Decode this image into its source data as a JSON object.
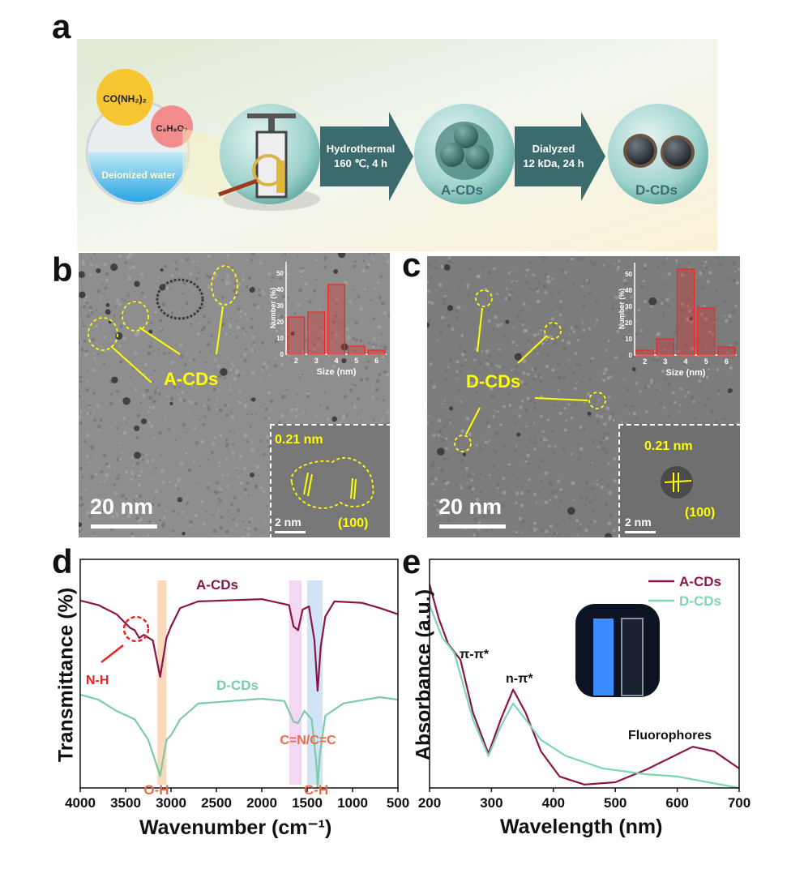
{
  "panels": {
    "a": "a",
    "b": "b",
    "c": "c",
    "d": "d",
    "e": "e"
  },
  "scheme": {
    "urea": "CO(NH₂)₂",
    "citric_acid": "C₆H₈O₇",
    "solvent": "Deionized water",
    "step1": {
      "line1": "Hydrothermal",
      "line2": "160 ℃, 4 h"
    },
    "product1": "A-CDs",
    "step2": {
      "line1": "Dialyzed",
      "line2": "12 kDa, 24 h"
    },
    "product2": "D-CDs",
    "colors": {
      "arrow": "#3c6b6e",
      "sphere": "#9fd3cf",
      "urea": "#f7c531",
      "citric": "#f07f7f"
    }
  },
  "tem_b": {
    "label": "A-CDs",
    "scale": "20 nm",
    "hr_scale": "2 nm",
    "lattice": "0.21 nm",
    "plane": "(100)"
  },
  "tem_c": {
    "label": "D-CDs",
    "scale": "20 nm",
    "hr_scale": "2 nm",
    "lattice": "0.21 nm",
    "plane": "(100)"
  },
  "chart_data": [
    {
      "id": "hist-b",
      "type": "bar",
      "title": "",
      "xlabel": "Size (nm)",
      "ylabel": "Number (%)",
      "categories": [
        "2",
        "3",
        "4",
        "5",
        "6"
      ],
      "values": [
        23,
        26,
        43,
        5,
        2.5
      ],
      "ylim": [
        0,
        57
      ],
      "yticks": [
        "0",
        "10",
        "20",
        "30",
        "40",
        "50"
      ]
    },
    {
      "id": "hist-c",
      "type": "bar",
      "title": "",
      "xlabel": "Size (nm)",
      "ylabel": "Number (%)",
      "categories": [
        "2",
        "3",
        "4",
        "5",
        "6"
      ],
      "values": [
        3,
        10,
        53,
        29,
        5
      ],
      "ylim": [
        0,
        57
      ],
      "yticks": [
        "0",
        "10",
        "20",
        "30",
        "40",
        "50"
      ]
    },
    {
      "id": "ftir",
      "type": "line",
      "xlabel": "Wavenumber (cm⁻¹)",
      "ylabel": "Transmittance (%)",
      "xlim": [
        4000,
        500
      ],
      "ylim": [
        0,
        100
      ],
      "xticks": [
        "4000",
        "3500",
        "3000",
        "2500",
        "2000",
        "1500",
        "1000",
        "500"
      ],
      "series": [
        {
          "name": "A-CDs",
          "color": "#8b1549",
          "x": [
            4000,
            3800,
            3600,
            3450,
            3400,
            3350,
            3300,
            3200,
            3120,
            3050,
            3000,
            2900,
            2700,
            2000,
            1700,
            1650,
            1600,
            1550,
            1480,
            1420,
            1385,
            1350,
            1300,
            1200,
            900,
            700,
            500
          ],
          "y": [
            82,
            80,
            76,
            70,
            69,
            65.6,
            67,
            64.5,
            48.6,
            65.6,
            70.6,
            78.7,
            81.6,
            82.6,
            80,
            70.6,
            69,
            78,
            79.4,
            64.5,
            42.5,
            62,
            75,
            81.6,
            81,
            78.7,
            76
          ]
        },
        {
          "name": "D-CDs",
          "color": "#7ecaa8",
          "x": [
            4000,
            3800,
            3600,
            3400,
            3250,
            3120,
            3050,
            3000,
            2900,
            2700,
            2000,
            1750,
            1650,
            1600,
            1530,
            1450,
            1400,
            1385,
            1360,
            1300,
            1100,
            700,
            500
          ],
          "y": [
            40.8,
            38.6,
            33.7,
            30,
            21,
            5.3,
            21,
            23,
            30,
            36.9,
            39,
            38,
            29,
            28.4,
            33.7,
            30,
            11.3,
            0.5,
            15,
            31.6,
            37,
            39.7,
            38.6
          ]
        }
      ],
      "bands": [
        {
          "label": "O-H",
          "from": 3150,
          "to": 3050,
          "color": "#f6c9a0"
        },
        {
          "label": "C=N/C=C",
          "from": 1700,
          "to": 1560,
          "color": "#f0c8ec"
        },
        {
          "label": "C-H",
          "from": 1500,
          "to": 1330,
          "color": "#bcd7f4"
        }
      ],
      "annotations": {
        "nh": "N-H",
        "oh": "O-H",
        "cn": "C=N/C=C",
        "ch": "C-H"
      }
    },
    {
      "id": "uv",
      "type": "line",
      "xlabel": "Wavelength (nm)",
      "ylabel": "Absorbance (a.u.)",
      "xlim": [
        200,
        700
      ],
      "ylim": [
        0,
        1
      ],
      "xticks": [
        "200",
        "300",
        "400",
        "500",
        "600",
        "700"
      ],
      "series": [
        {
          "name": "A-CDs",
          "color": "#8b1549",
          "x": [
            200,
            215,
            230,
            250,
            270,
            295,
            315,
            335,
            355,
            380,
            410,
            450,
            500,
            550,
            625,
            660,
            700
          ],
          "y": [
            0.89,
            0.74,
            0.63,
            0.56,
            0.33,
            0.15,
            0.3,
            0.43,
            0.33,
            0.16,
            0.05,
            0.015,
            0.025,
            0.08,
            0.18,
            0.16,
            0.085
          ]
        },
        {
          "name": "D-CDs",
          "color": "#7ed6b5",
          "x": [
            200,
            220,
            240,
            270,
            295,
            315,
            335,
            355,
            380,
            420,
            480,
            550,
            600,
            650,
            700
          ],
          "y": [
            0.8,
            0.66,
            0.59,
            0.3,
            0.14,
            0.27,
            0.37,
            0.3,
            0.21,
            0.14,
            0.085,
            0.06,
            0.05,
            0.025,
            0.0
          ]
        }
      ],
      "legend": "top-right",
      "annotations": {
        "pi": "π-π*",
        "n": "n-π*",
        "fluoro": "Fluorophores"
      }
    }
  ]
}
